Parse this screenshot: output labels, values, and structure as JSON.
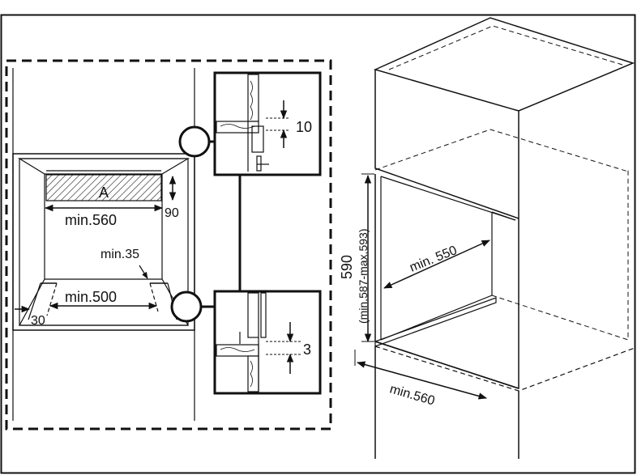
{
  "colors": {
    "line": "#111111",
    "background": "#ffffff"
  },
  "front_view": {
    "label_a": "A",
    "width_min": "min.560",
    "height_90": "90",
    "depth_min35": "min.35",
    "inner_width_min": "min.500",
    "offset_30": "30"
  },
  "details": {
    "top_gap": "10",
    "bottom_gap": "3"
  },
  "perspective_view": {
    "height": "590",
    "height_range": "(min.587-max.593)",
    "depth_min": "min. 550",
    "width_min": "min.560"
  }
}
